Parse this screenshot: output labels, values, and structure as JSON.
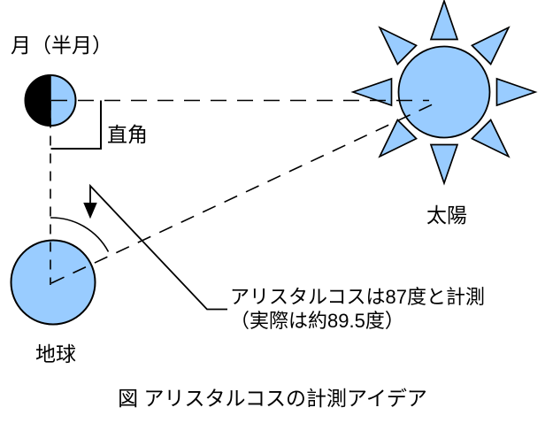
{
  "figure": {
    "caption": "図 アリスタルコスの計測アイデア",
    "moon_label": "月（半月）",
    "right_angle_label": "直角",
    "sun_label": "太陽",
    "earth_label": "地球",
    "annotation_line1": "アリスタルコスは87度と計測",
    "annotation_line2": "（実際は約89.5度）",
    "colors": {
      "body_fill": "#99CCFF",
      "moon_dark": "#000000",
      "outline": "#000000",
      "background": "#FFFFFF"
    }
  }
}
